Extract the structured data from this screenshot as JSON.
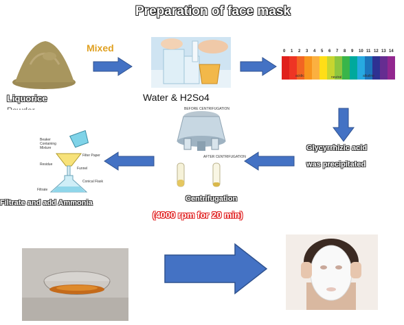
{
  "title": "Preparation of face mask",
  "labels": {
    "mixed": "Mixed",
    "liquorice": "Liquorice",
    "liquorice_sub": "Powder",
    "water": "Water & H2So4",
    "glyc_line1": "Glycyrrhizic acid",
    "glyc_line2": "was precipitated",
    "filtrate": "Filtrate and add Ammonia",
    "centrifugation": "Centrifugation",
    "rpm": "(4000 rpm for 20 min)"
  },
  "ph_scale": {
    "numbers": [
      "0",
      "1",
      "2",
      "3",
      "4",
      "5",
      "6",
      "7",
      "8",
      "9",
      "10",
      "11",
      "12",
      "13",
      "14"
    ],
    "acidic": "acidic",
    "neutral": "neutral",
    "alkaline": "alkaline"
  },
  "filter_labels": {
    "beaker": "Beaker",
    "containing": "Containing",
    "mixture": "Mixture",
    "filter_paper": "Filter Paper",
    "residue": "Residue",
    "funnel": "Funnel",
    "conical_flask": "Conical Flask",
    "filtrate": "Filtrate"
  },
  "centrifuge_labels": {
    "top": "BEFORE CENTRIFUGATION",
    "top_right": "AFTER CENTRIFUGATION"
  },
  "colors": {
    "arrow": "#4472c4",
    "arrow_border": "#2f528f",
    "mixed": "#e0a020",
    "rpm_outline": "#e02020",
    "ph": [
      "#e0201c",
      "#ee3524",
      "#f26522",
      "#f7941d",
      "#fbb040",
      "#ffde17",
      "#c7d530",
      "#8dc63f",
      "#39b54a",
      "#00a99d",
      "#27aae1",
      "#1c75bc",
      "#2e3192",
      "#662d91",
      "#92278f"
    ]
  }
}
